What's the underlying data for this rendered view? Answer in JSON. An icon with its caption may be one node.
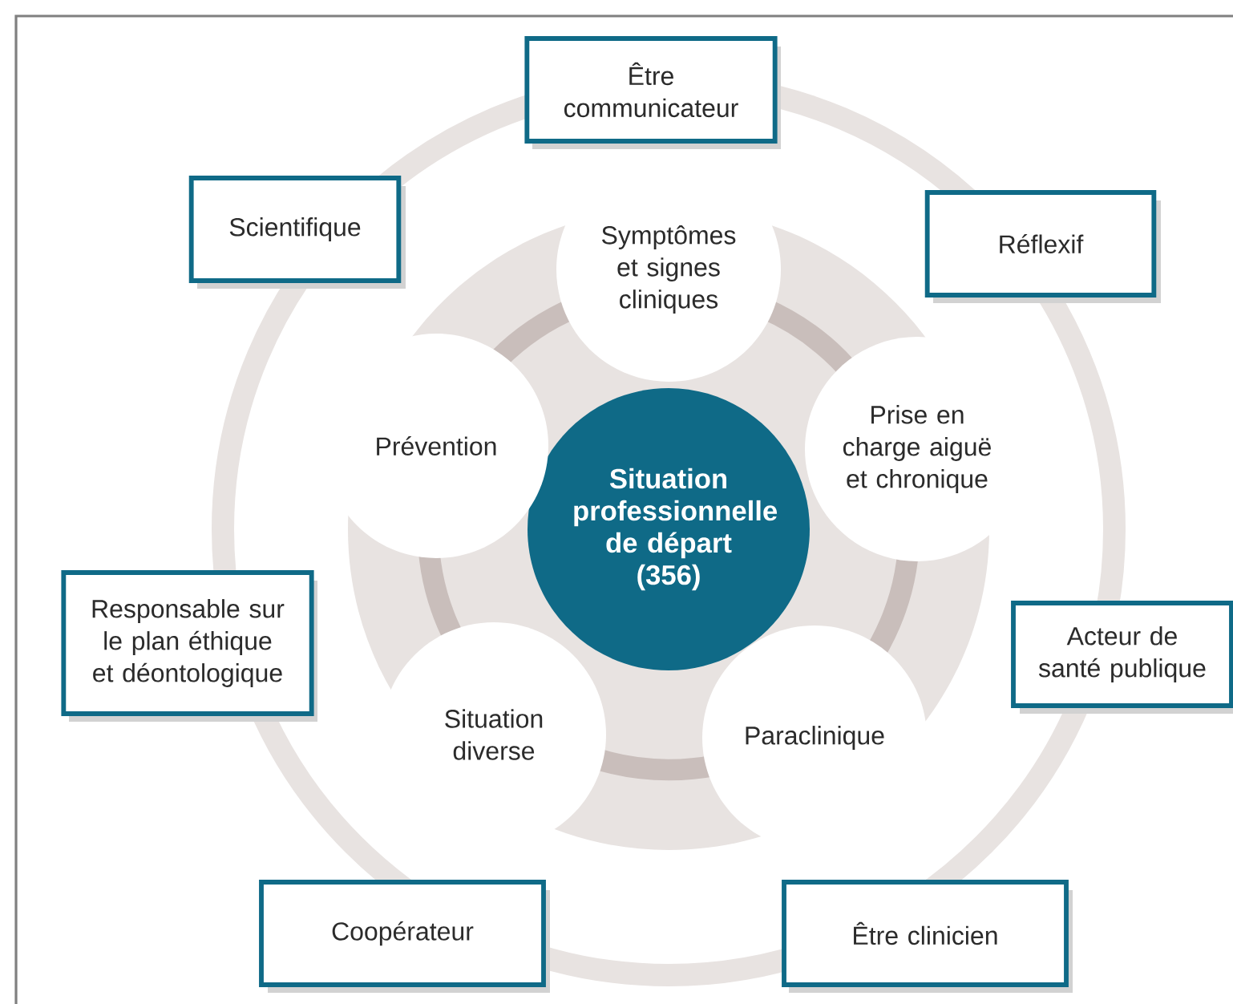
{
  "diagram": {
    "nodes": [
      {
        "text": [
          "Situation professionnelle de départ (356)"
        ]
      },
      {
        "text": [
          "Symptômes et signes cliniques"
        ]
      },
      {
        "text": [
          "Prévention"
        ]
      },
      {
        "text": [
          "Prise en charge aiguë et chronique"
        ]
      },
      {
        "text": [
          "Situation diverse"
        ]
      },
      {
        "text": [
          "Paraclinique"
        ]
      },
      {
        "text": [
          "Être communicateur"
        ]
      },
      {
        "text": [
          "Scientifique"
        ]
      },
      {
        "text": [
          "Réflexif"
        ]
      },
      {
        "text": [
          "Responsable sur le plan éthique et déontologique"
        ]
      },
      {
        "text": [
          "Acteur de santé publique"
        ]
      },
      {
        "text": [
          "Coopérateur"
        ]
      },
      {
        "text": [
          "Être clinicien"
        ]
      }
    ]
  }
}
